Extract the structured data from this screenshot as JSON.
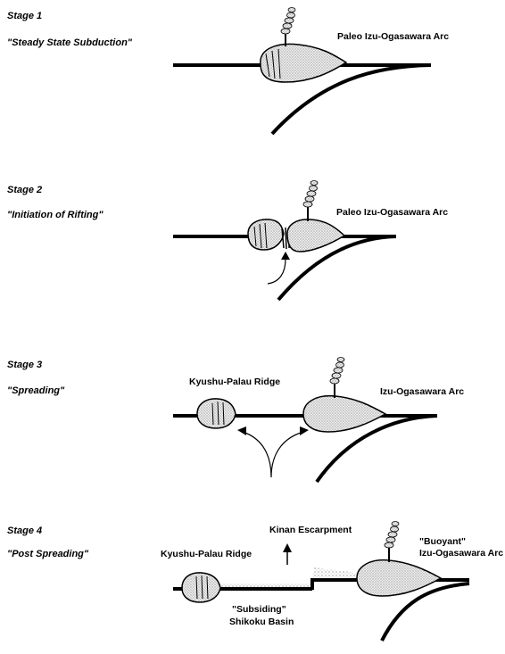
{
  "stages": [
    {
      "label": "Stage 1",
      "title": "\"Steady State Subduction\"",
      "arc_label": "Paleo Izu-Ogasawara Arc"
    },
    {
      "label": "Stage 2",
      "title": "\"Initiation of Rifting\"",
      "arc_label": "Paleo Izu-Ogasawara Arc"
    },
    {
      "label": "Stage 3",
      "title": "\"Spreading\"",
      "ridge_label": "Kyushu-Palau Ridge",
      "arc_label": "Izu-Ogasawara Arc"
    },
    {
      "label": "Stage 4",
      "title": "\"Post Spreading\"",
      "ridge_label": "Kyushu-Palau Ridge",
      "escarpment_label": "Kinan Escarpment",
      "arc_label_1": "\"Buoyant\"",
      "arc_label_2": "Izu-Ogasawara Arc",
      "basin_label_1": "\"Subsiding\"",
      "basin_label_2": "Shikoku Basin"
    }
  ],
  "colors": {
    "ink": "#000000",
    "stipple": "#d9d9d9",
    "background": "#ffffff"
  }
}
